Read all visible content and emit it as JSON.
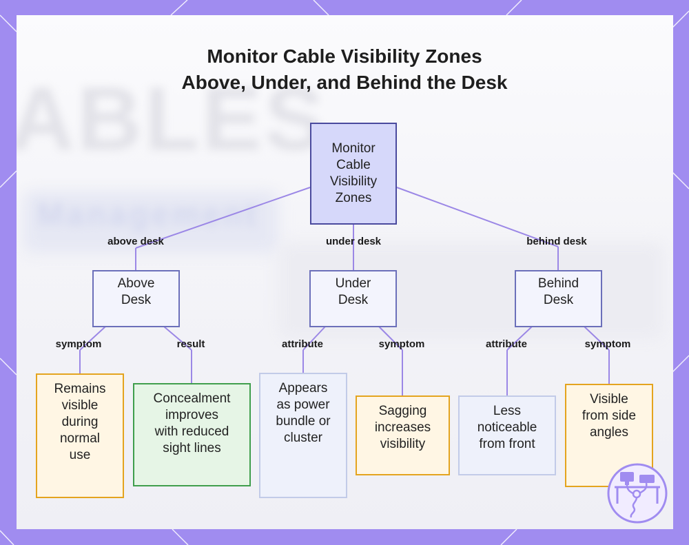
{
  "title": {
    "line1": "Monitor Cable Visibility Zones",
    "line2": "Above, Under, and Behind the Desk"
  },
  "background_text": {
    "word1": "ABLES",
    "word2": "Management"
  },
  "colors": {
    "frame": "#a08cf0",
    "connector": "#9b87e6",
    "root_fill": "#d6d8fa",
    "zone_fill": "#f3f4fd",
    "symptom_border": "#e4a41e",
    "result_border": "#3f9e4c",
    "attribute_border": "#c2cbe8"
  },
  "nodes": {
    "root": [
      "Monitor",
      "Cable",
      "Visibility",
      "Zones"
    ],
    "above": [
      "Above",
      "Desk"
    ],
    "under": [
      "Under",
      "Desk"
    ],
    "behind": [
      "Behind",
      "Desk"
    ],
    "above_symptom": [
      "Remains",
      "visible",
      "during",
      "normal",
      "use"
    ],
    "above_result": [
      "Concealment",
      "improves",
      "with reduced",
      "sight lines"
    ],
    "under_attribute": [
      "Appears",
      "as power",
      "bundle or",
      "cluster"
    ],
    "under_symptom": [
      "Sagging",
      "increases",
      "visibility"
    ],
    "behind_attribute": [
      "Less",
      "noticeable",
      "from front"
    ],
    "behind_symptom": [
      "Visible",
      "from side",
      "angles"
    ]
  },
  "edge_labels": {
    "above_desk": "above desk",
    "under_desk": "under desk",
    "behind_desk": "behind desk",
    "above_symptom": "symptom",
    "above_result": "result",
    "under_attribute": "attribute",
    "under_symptom": "symptom",
    "behind_attribute": "attribute",
    "behind_symptom": "symptom"
  },
  "logo_icon": "desk-cable-icon"
}
